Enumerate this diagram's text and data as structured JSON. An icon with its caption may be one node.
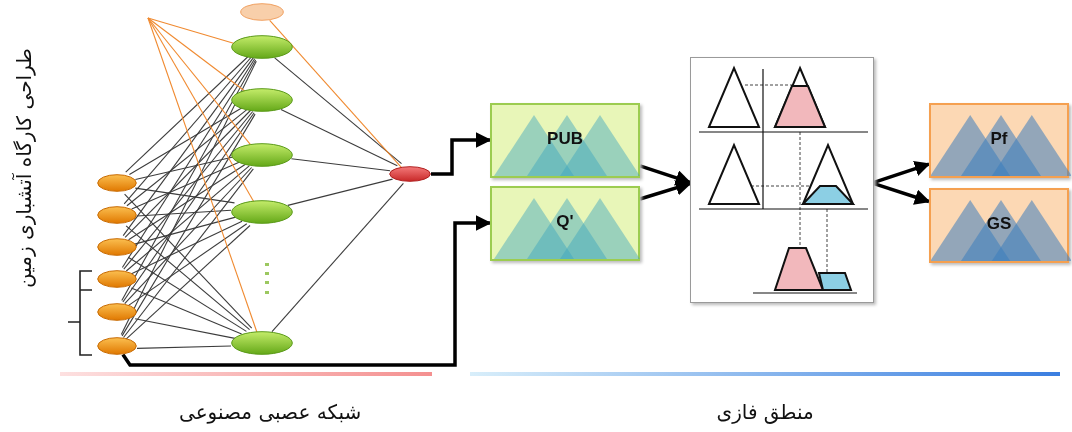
{
  "diagram": {
    "nodes": [
      {
        "text": [],
        "shape": "ellipse"
      },
      {
        "text": [],
        "shape": "ellipse"
      },
      {
        "text": [],
        "shape": "ellipse"
      },
      {
        "text": [],
        "shape": "ellipse"
      },
      {
        "text": [],
        "shape": "ellipse"
      },
      {
        "text": [],
        "shape": "ellipse"
      },
      {
        "text": [],
        "shape": "ellipse"
      },
      {
        "text": [],
        "shape": "ellipse"
      },
      {
        "text": [],
        "shape": "ellipse"
      },
      {
        "text": [],
        "shape": "ellipse"
      },
      {
        "text": [],
        "shape": "ellipse"
      },
      {
        "text": [],
        "shape": "ellipse"
      },
      {
        "text": [],
        "shape": "ellipse"
      },
      {
        "text": [
          "PUB"
        ]
      },
      {
        "text": [
          "Q'"
        ]
      },
      {
        "text": [],
        "shape": "box"
      },
      {
        "text": [
          "Pf"
        ]
      },
      {
        "text": [
          "GS"
        ]
      }
    ],
    "edges": [
      {
        "from": 0,
        "to": 7,
        "arrow": "none"
      },
      {
        "from": 0,
        "to": 8,
        "arrow": "none"
      },
      {
        "from": 0,
        "to": 9,
        "arrow": "none"
      },
      {
        "from": 0,
        "to": 10,
        "arrow": "none"
      },
      {
        "from": 0,
        "to": 11,
        "arrow": "none"
      },
      {
        "from": 1,
        "to": 7,
        "arrow": "none"
      },
      {
        "from": 1,
        "to": 8,
        "arrow": "none"
      },
      {
        "from": 1,
        "to": 9,
        "arrow": "none"
      },
      {
        "from": 1,
        "to": 10,
        "arrow": "none"
      },
      {
        "from": 1,
        "to": 11,
        "arrow": "none"
      },
      {
        "from": 2,
        "to": 7,
        "arrow": "none"
      },
      {
        "from": 2,
        "to": 8,
        "arrow": "none"
      },
      {
        "from": 2,
        "to": 9,
        "arrow": "none"
      },
      {
        "from": 2,
        "to": 10,
        "arrow": "none"
      },
      {
        "from": 2,
        "to": 11,
        "arrow": "none"
      },
      {
        "from": 3,
        "to": 7,
        "arrow": "none"
      },
      {
        "from": 3,
        "to": 8,
        "arrow": "none"
      },
      {
        "from": 3,
        "to": 9,
        "arrow": "none"
      },
      {
        "from": 3,
        "to": 10,
        "arrow": "none"
      },
      {
        "from": 3,
        "to": 11,
        "arrow": "none"
      },
      {
        "from": 4,
        "to": 7,
        "arrow": "none"
      },
      {
        "from": 4,
        "to": 8,
        "arrow": "none"
      },
      {
        "from": 4,
        "to": 9,
        "arrow": "none"
      },
      {
        "from": 4,
        "to": 10,
        "arrow": "none"
      },
      {
        "from": 4,
        "to": 11,
        "arrow": "none"
      },
      {
        "from": 5,
        "to": 7,
        "arrow": "none"
      },
      {
        "from": 5,
        "to": 8,
        "arrow": "none"
      },
      {
        "from": 5,
        "to": 9,
        "arrow": "none"
      },
      {
        "from": 5,
        "to": 10,
        "arrow": "none"
      },
      {
        "from": 5,
        "to": 11,
        "arrow": "none"
      },
      {
        "from": 7,
        "to": 12,
        "arrow": "none"
      },
      {
        "from": 8,
        "to": 12,
        "arrow": "none"
      },
      {
        "from": 9,
        "to": 12,
        "arrow": "none"
      },
      {
        "from": 10,
        "to": 12,
        "arrow": "none"
      },
      {
        "from": 11,
        "to": 12,
        "arrow": "none"
      },
      {
        "from": 6,
        "to": 12,
        "arrow": "none",
        "color": "#f08a30"
      },
      {
        "from": null,
        "to": 7,
        "arrow": "none",
        "color": "#f08a30"
      },
      {
        "from": null,
        "to": 8,
        "arrow": "none",
        "color": "#f08a30"
      },
      {
        "from": null,
        "to": 9,
        "arrow": "none",
        "color": "#f08a30"
      },
      {
        "from": null,
        "to": 10,
        "arrow": "none",
        "color": "#f08a30"
      },
      {
        "from": null,
        "to": 11,
        "arrow": "none",
        "color": "#f08a30"
      },
      {
        "from": 12,
        "to": 13,
        "arrow": "to",
        "style": "thick",
        "color": "#000000"
      },
      {
        "from": 5,
        "to": 14,
        "arrow": "to",
        "style": "thick",
        "color": "#000000"
      },
      {
        "from": 13,
        "to": 15,
        "arrow": "to",
        "style": "thick",
        "color": "#000000"
      },
      {
        "from": 14,
        "to": 15,
        "arrow": "to",
        "style": "thick",
        "color": "#000000"
      },
      {
        "from": 15,
        "to": 16,
        "arrow": "to",
        "style": "thick",
        "color": "#000000"
      },
      {
        "from": 15,
        "to": 17,
        "arrow": "to",
        "style": "thick",
        "color": "#000000"
      }
    ],
    "labels": [
      "طراحی کارگاه آتشباری زمین",
      "شبکه عصبی مصنوعی",
      "منطق فازی"
    ]
  }
}
